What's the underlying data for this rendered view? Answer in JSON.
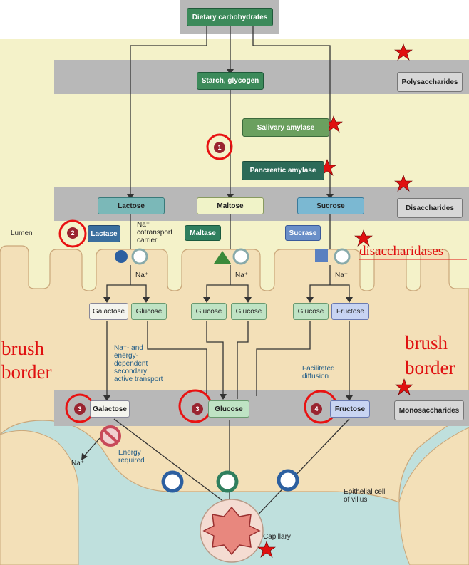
{
  "top": {
    "dietary": "Dietary carbohydrates"
  },
  "levels": {
    "polysaccharides": "Polysaccharides",
    "disaccharides": "Disaccharides",
    "monosaccharides": "Monosaccharides"
  },
  "poly": {
    "starch": "Starch, glycogen"
  },
  "enzymes": {
    "salivary": "Salivary amylase",
    "pancreatic": "Pancreatic amylase",
    "lactase": "Lactase",
    "maltase": "Maltase",
    "sucrase": "Sucrase"
  },
  "disacch": {
    "lactose": "Lactose",
    "maltose": "Maltose",
    "sucrose": "Sucrose"
  },
  "sugars": {
    "galactose": "Galactose",
    "glucose1": "Glucose",
    "glucose2": "Glucose",
    "glucose3": "Glucose",
    "glucose4": "Glucose",
    "fructose": "Fructose"
  },
  "mono": {
    "galactose": "Galactose",
    "glucose": "Glucose",
    "fructose": "Fructose"
  },
  "labels": {
    "lumen": "Lumen",
    "na_cotransport": [
      "Na⁺",
      "cotransport",
      "carrier"
    ],
    "na": "Na⁺",
    "na_energy": [
      "Na⁺- and",
      "energy-",
      "dependent",
      "secondary",
      "active transport"
    ],
    "facilitated": [
      "Facilitated",
      "diffusion"
    ],
    "energy_required": [
      "Energy",
      "required"
    ],
    "na_out": "Na⁺",
    "epithelial": [
      "Epithelial cell",
      "of villus"
    ],
    "capillary": "Capillary"
  },
  "numbers": {
    "n1": "1",
    "n2": "2",
    "n3a": "3",
    "n3b": "3",
    "n4": "4"
  },
  "annotations": {
    "disaccharidases": "disaccharidases",
    "brush_left": [
      "brush",
      "border"
    ],
    "brush_right": [
      "brush",
      "border"
    ]
  },
  "colors": {
    "green_dark": "#2f7f5e",
    "green_light": "#bfe3c4",
    "blue_box": "#3a6f9e",
    "red_mark": "#e01010",
    "cell": "#f3e0b8",
    "fluid": "#bfe0dd"
  }
}
